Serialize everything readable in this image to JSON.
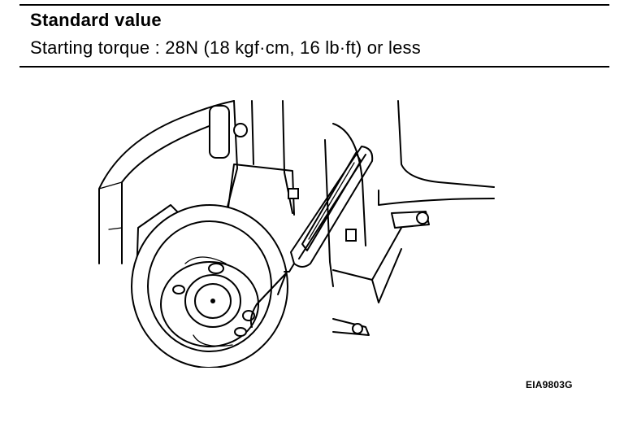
{
  "spec": {
    "title": "Standard value",
    "line": "Starting torque : 28N (18 kgf·cm, 16 lb·ft) or less"
  },
  "figure": {
    "code": "EIA9803G"
  }
}
